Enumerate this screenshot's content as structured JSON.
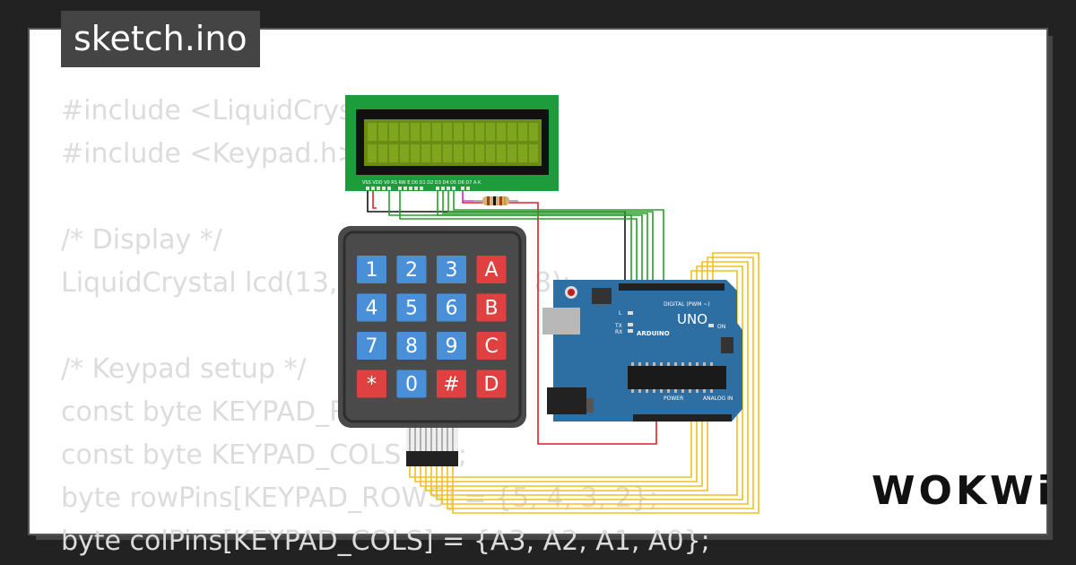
{
  "file_tab": {
    "name": "sketch.ino"
  },
  "code_lines": [
    "#include <LiquidCrystal.h>",
    "#include <Keypad.h>",
    "",
    "/* Display */",
    "LiquidCrystal lcd(13, 12, 11, 10, 9, 8);",
    "",
    "/* Keypad setup */",
    "const byte KEYPAD_ROWS = 4;",
    "const byte KEYPAD_COLS = 4;",
    "byte rowPins[KEYPAD_ROWS] = {5, 4, 3, 2};",
    "byte colPins[KEYPAD_COLS] = {A3, A2, A1, A0};"
  ],
  "keypad": {
    "keys": [
      {
        "label": "1",
        "color": "#4a90d9"
      },
      {
        "label": "2",
        "color": "#4a90d9"
      },
      {
        "label": "3",
        "color": "#4a90d9"
      },
      {
        "label": "A",
        "color": "#e04040"
      },
      {
        "label": "4",
        "color": "#4a90d9"
      },
      {
        "label": "5",
        "color": "#4a90d9"
      },
      {
        "label": "6",
        "color": "#4a90d9"
      },
      {
        "label": "B",
        "color": "#e04040"
      },
      {
        "label": "7",
        "color": "#4a90d9"
      },
      {
        "label": "8",
        "color": "#4a90d9"
      },
      {
        "label": "9",
        "color": "#4a90d9"
      },
      {
        "label": "C",
        "color": "#e04040"
      },
      {
        "label": "*",
        "color": "#e04040"
      },
      {
        "label": "0",
        "color": "#4a90d9"
      },
      {
        "label": "#",
        "color": "#e04040"
      },
      {
        "label": "D",
        "color": "#e04040"
      }
    ]
  },
  "lcd": {
    "pin_labels": "VSS VDD V0 RS RW E D0 D1 D2 D3 D4 D5 D6 D7 A K"
  },
  "arduino": {
    "model_label": "UNO",
    "brand_label": "ARDUINO",
    "digital_label": "DIGITAL (PWM ~)",
    "power_label": "POWER",
    "analog_label": "ANALOG IN",
    "on_label": "ON",
    "tx_label": "TX",
    "rx_label": "RX",
    "l_label": "L"
  },
  "brand": {
    "name": "WOKWi"
  },
  "colors": {
    "background": "#222222",
    "card": "#ffffff",
    "code_text": "#dcdcdc",
    "arduino_board": "#2d6ea3",
    "lcd_body": "#1e9b3a",
    "lcd_screen": "#6b8d13",
    "keypad_body": "#4a4a4a",
    "wire_green": "#2a9d2a",
    "wire_red": "#e02020",
    "wire_black": "#111111",
    "wire_yellow": "#f0c020",
    "wire_pink": "#e040e0"
  }
}
